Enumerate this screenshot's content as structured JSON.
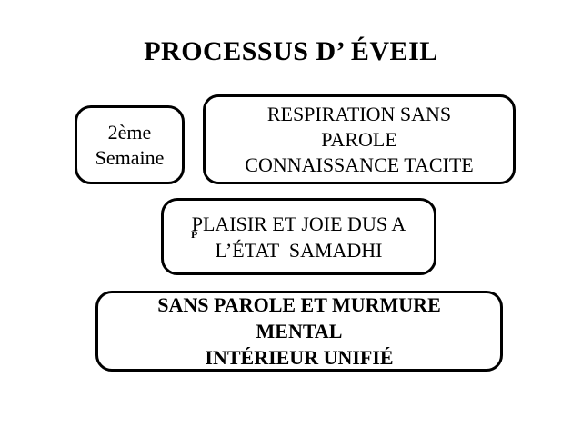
{
  "slide": {
    "title": "PROCESSUS D’ ÉVEIL",
    "colors": {
      "background": "#ffffff",
      "text": "#000000",
      "box_border": "#000000"
    },
    "boxes": {
      "week": {
        "lines": [
          "2ème",
          "Semaine"
        ]
      },
      "respiration": {
        "lines": [
          "RESPIRATION SANS",
          "PAROLE",
          "CONNAISSANCE TACITE"
        ]
      },
      "plaisir": {
        "lines": [
          "PLAISIR ET JOIE DUS A",
          "L’ÉTAT  SAMADHI"
        ],
        "stray_glyph": "P"
      },
      "inner_speech": {
        "lines": [
          "SANS PAROLE ET MURMURE",
          "MENTAL",
          "INTÉRIEUR UNIFIÉ"
        ]
      }
    }
  }
}
